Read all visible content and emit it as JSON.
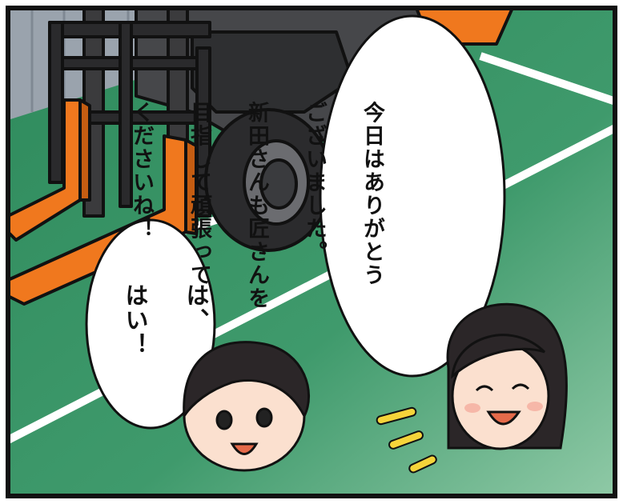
{
  "speech_main": {
    "lines": [
      "今日はありがとう",
      "ございました。",
      "新田さんも匠さんを",
      "目指して頑張って",
      "くださいね！"
    ]
  },
  "speech_reply": {
    "lines": [
      "は、",
      "はい！"
    ]
  },
  "colors": {
    "floor_green": "#3f9468",
    "forklift_orange": "#f0781e",
    "forklift_dark": "#3b3b3d",
    "outline": "#111111",
    "bubble": "#ffffff"
  }
}
